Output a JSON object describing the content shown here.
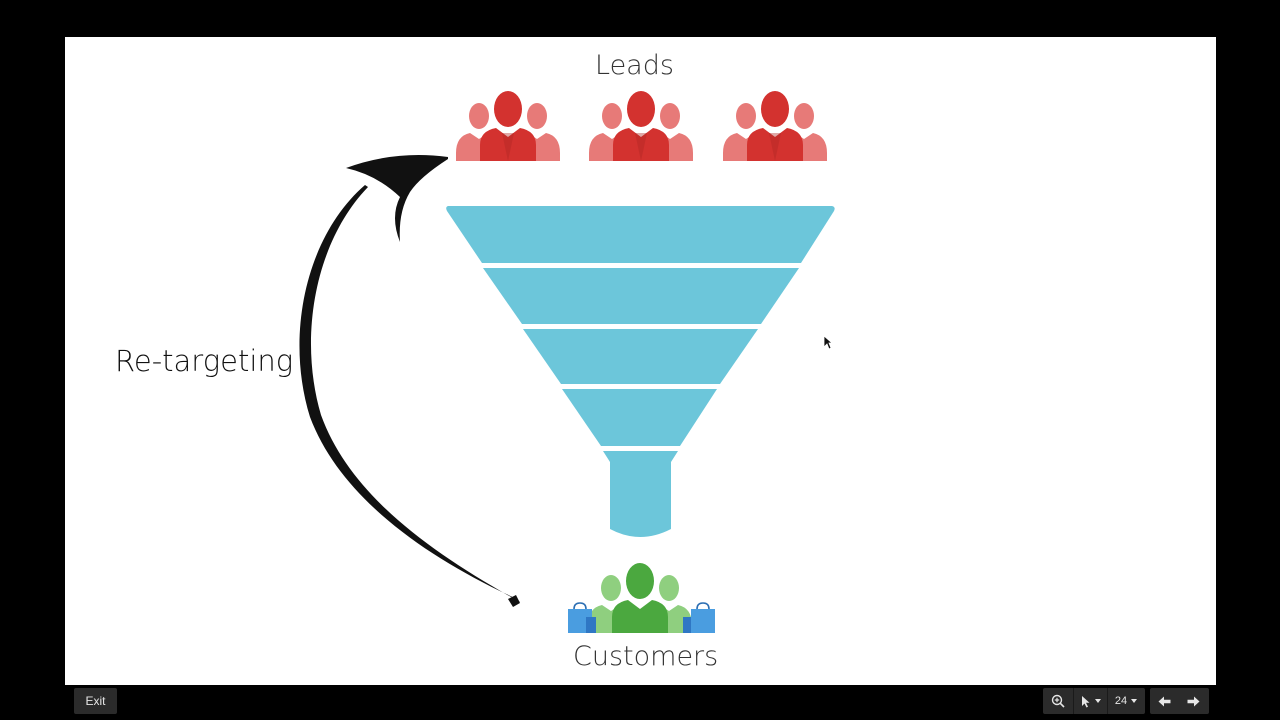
{
  "slide": {
    "leads_title": "Leads",
    "customers_title": "Customers",
    "retargeting_label": "Re-targeting",
    "colors": {
      "funnel": "#6cc6da",
      "leads_front": "#d3322f",
      "leads_back": "#e77a78",
      "customers_front": "#4ba83f",
      "customers_back": "#8fcf7f",
      "shopping_bag": "#4a9de0",
      "arrow": "#111111"
    },
    "icons": [
      "leads-group-icon",
      "customers-group-icon",
      "shopping-bag-icon",
      "curved-arrow-icon"
    ]
  },
  "controls": {
    "exit_label": "Exit",
    "slide_number": "24",
    "icons": [
      "zoom-in-icon",
      "pointer-icon",
      "previous-arrow-icon",
      "next-arrow-icon"
    ]
  }
}
